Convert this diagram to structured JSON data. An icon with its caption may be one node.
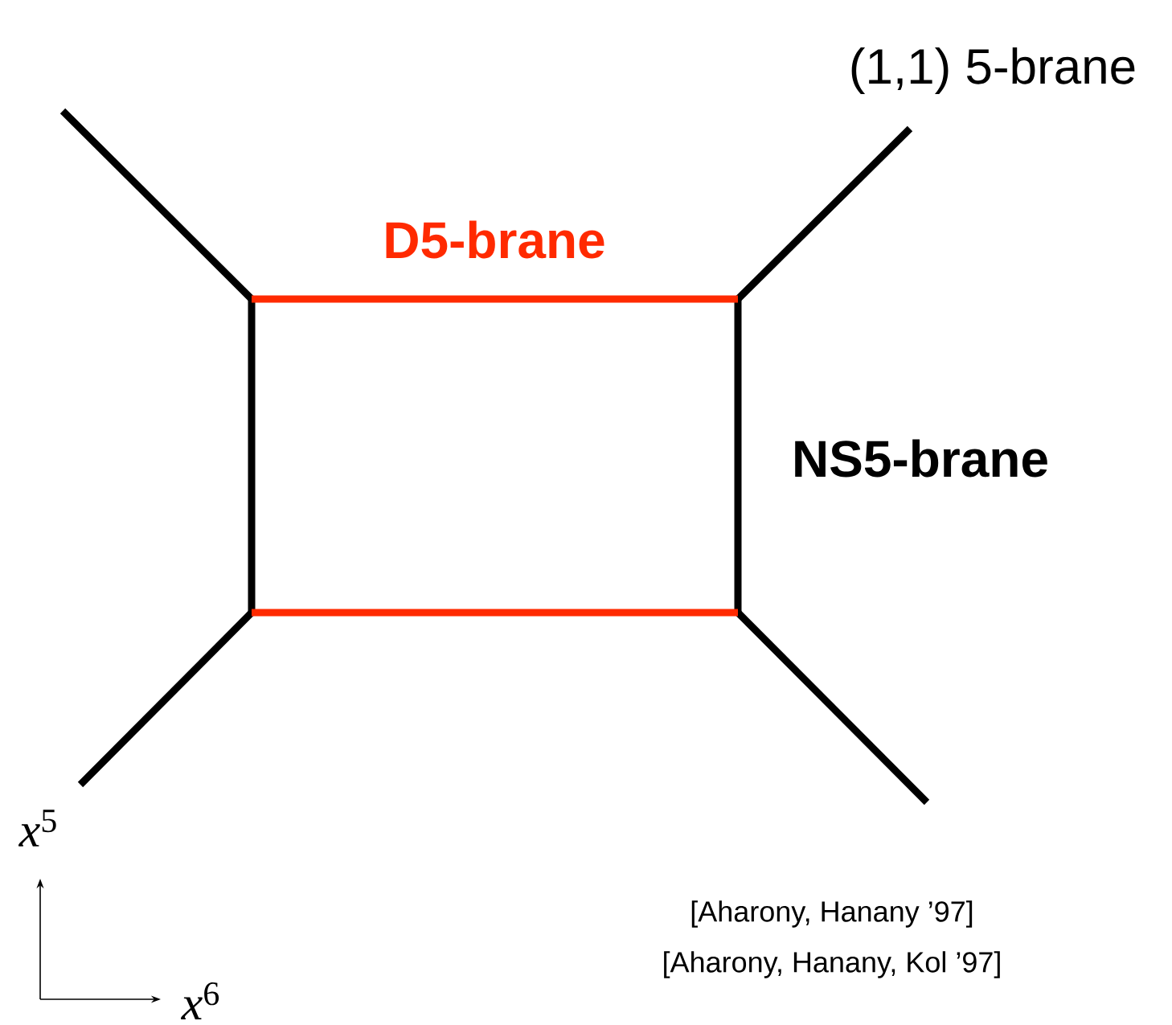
{
  "diagram": {
    "labels": [
      "(1,1) 5-brane",
      "D5-brane",
      "NS5-brane",
      "*x*$^{5}$",
      "*x*$^{6}$",
      "[Aharony, Hanany ’97]",
      "[Aharony, Hanany, Kol ’97]"
    ]
  }
}
